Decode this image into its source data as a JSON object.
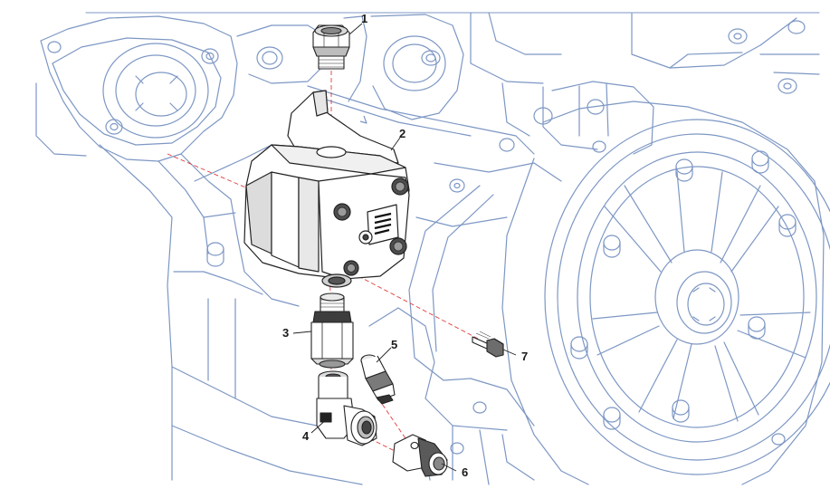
{
  "diagram": {
    "colors": {
      "engine_line": "#7d97c4",
      "part_line": "#222222",
      "part_fill": "#ffffff",
      "part_shade": "#c8c8c8",
      "part_dark": "#6a6a6a",
      "axis_line": "#e23b3b"
    },
    "callouts": [
      {
        "id": "1",
        "label": "1"
      },
      {
        "id": "2",
        "label": "2"
      },
      {
        "id": "3",
        "label": "3"
      },
      {
        "id": "4",
        "label": "4"
      },
      {
        "id": "5",
        "label": "5"
      },
      {
        "id": "6",
        "label": "6"
      },
      {
        "id": "7",
        "label": "7"
      }
    ]
  }
}
